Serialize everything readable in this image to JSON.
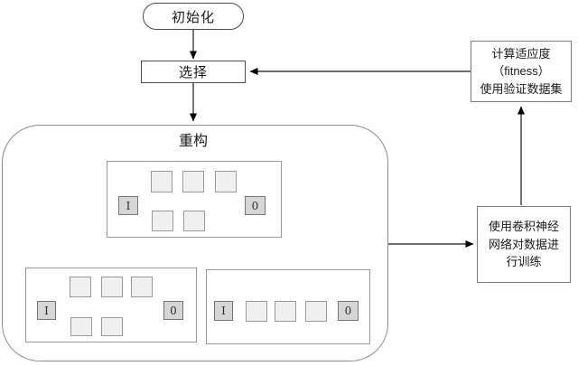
{
  "flow": {
    "init": "初始化",
    "select": "选择",
    "reconstruct": "重构",
    "fitness_lines": [
      "计算适应度",
      "（fitness）",
      "使用验证数据集"
    ],
    "train_lines": [
      "使用卷积神经",
      "网络对数据进",
      "行训练"
    ]
  },
  "genome": {
    "input": "I",
    "output": "0"
  },
  "colors": {
    "background": "#ffffff",
    "io_node_fill": "#d6d6d6",
    "cell_fill": "#f0f0f0",
    "frame_border": "#9a9a9a",
    "box_border": "#4d4d4d",
    "arrow": "#000000"
  }
}
